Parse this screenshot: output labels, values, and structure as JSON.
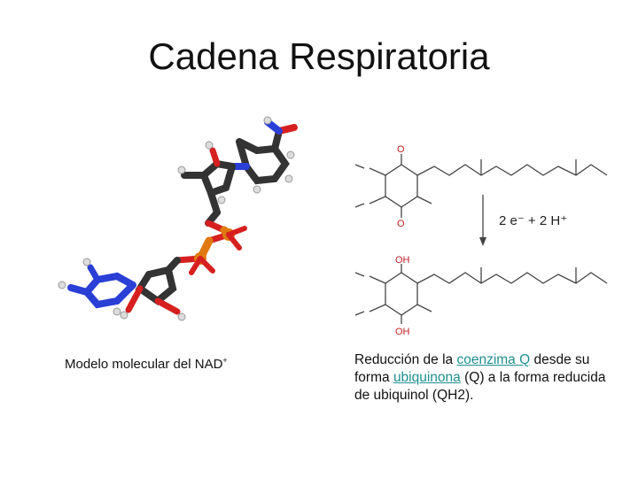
{
  "slide": {
    "title": "Cadena Respiratoria"
  },
  "left": {
    "caption_text": "Modelo molecular del NAD",
    "caption_sup": "+"
  },
  "right": {
    "reaction_label": "2 e⁻ + 2 H⁺",
    "labels": {
      "oxo_top": "O",
      "oxo_bottom": "O",
      "oh_top": "OH",
      "oh_bottom": "OH"
    },
    "caption": {
      "part1": "Reducción de la ",
      "link1": "coenzima Q",
      "part2": " desde su forma ",
      "link2": "ubiquinona",
      "part3": " (Q) a la forma reducida de ubiquinol (QH2)."
    }
  },
  "colors": {
    "link": "#1f8f8f",
    "carbon": "#333333",
    "nitrogen": "#2a3fd6",
    "oxygen": "#d62020",
    "phosphorus": "#e07a10",
    "hydrogen": "#dddddd"
  }
}
